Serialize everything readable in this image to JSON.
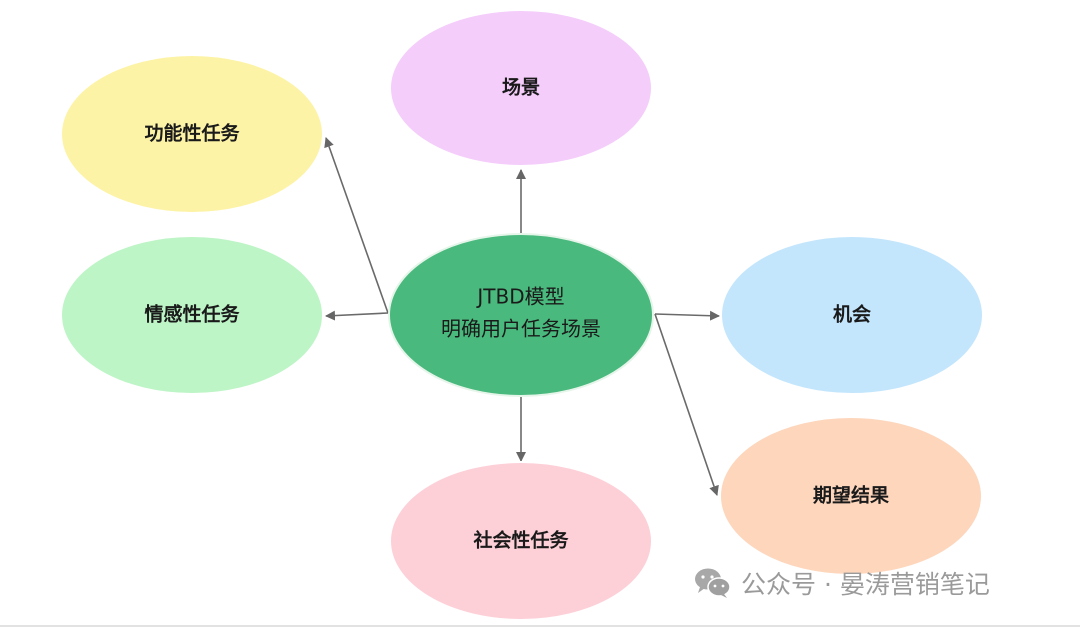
{
  "center": {
    "line1": "JTBD模型",
    "line2": "明确用户任务场景",
    "color": "#49b97d"
  },
  "nodes": {
    "functional": {
      "label": "功能性任务",
      "color": "#fdf3a7"
    },
    "scene": {
      "label": "场景",
      "color": "#f4cdfb"
    },
    "emotional": {
      "label": "情感性任务",
      "color": "#bdf5c6"
    },
    "opportunity": {
      "label": "机会",
      "color": "#c3e6fd"
    },
    "expected": {
      "label": "期望结果",
      "color": "#fdd6bc"
    },
    "social": {
      "label": "社会性任务",
      "color": "#fdd0d8"
    }
  },
  "watermark": {
    "text": "公众号 · 晏涛营销笔记",
    "icon": "wechat-icon"
  }
}
